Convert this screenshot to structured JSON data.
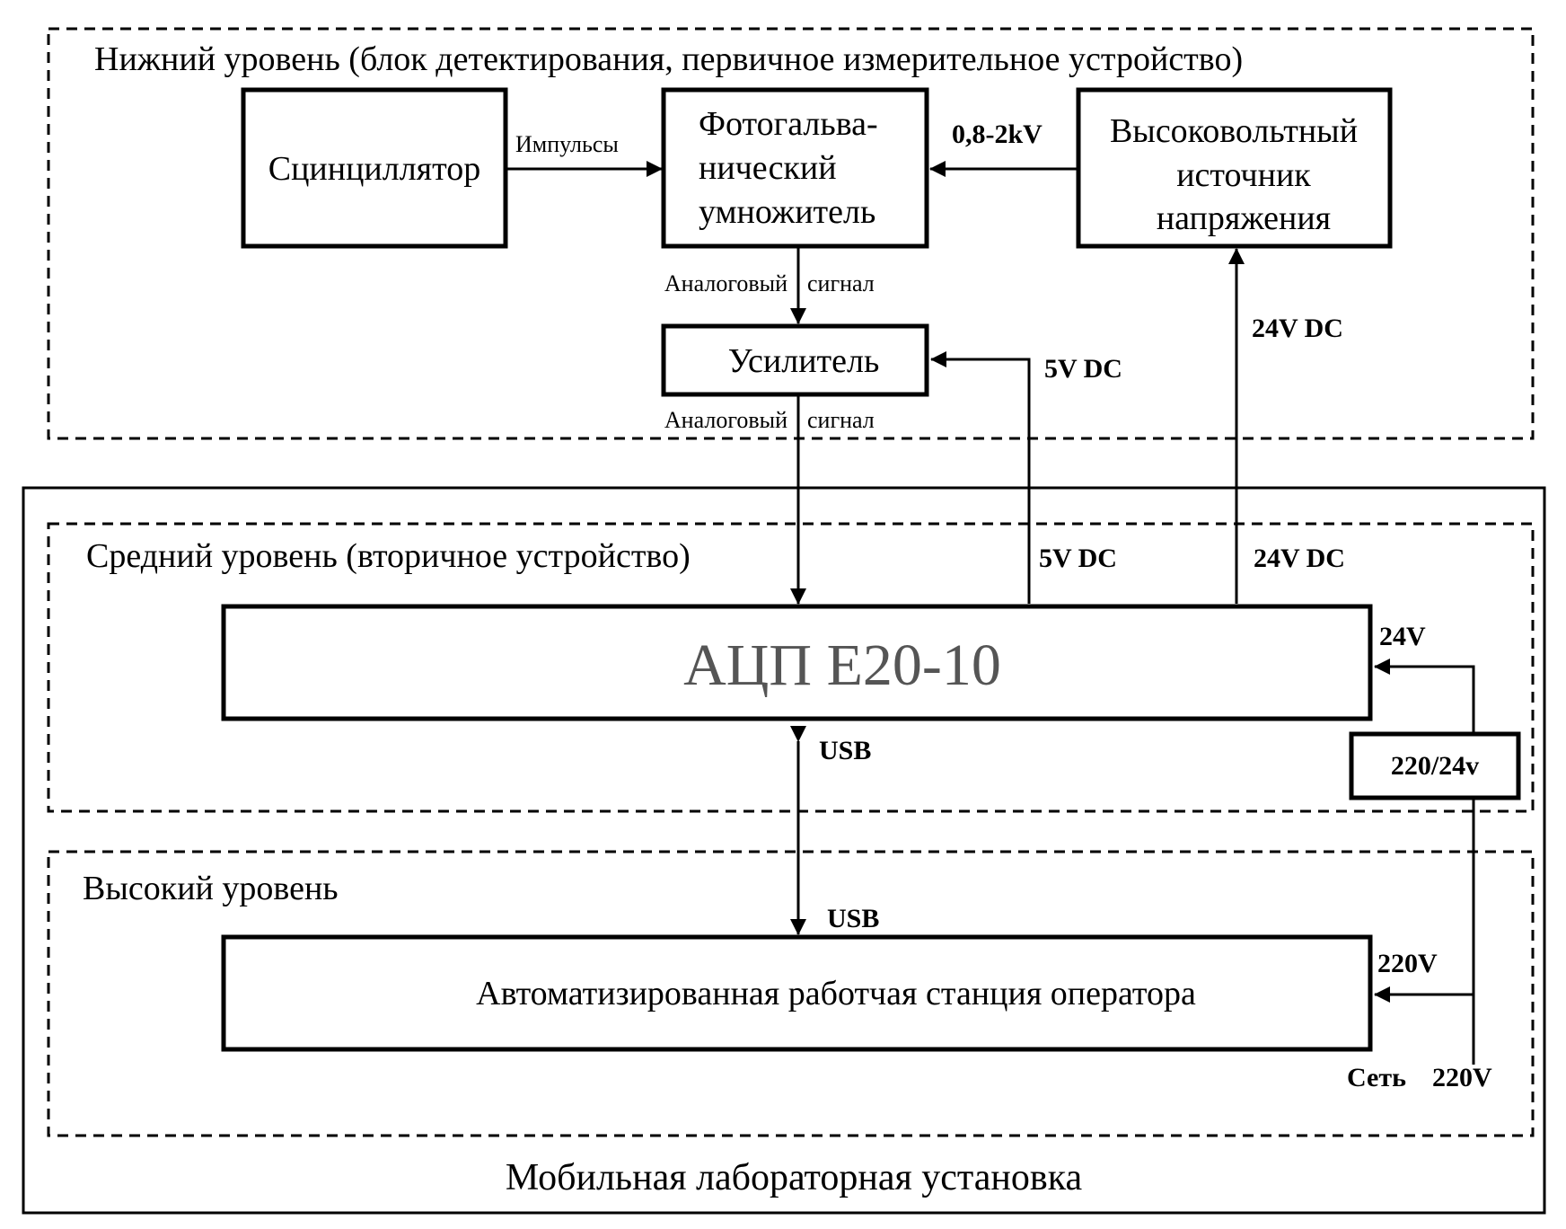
{
  "levels": {
    "lower": "Нижний уровень (блок детектирования, первичное измерительное устройство)",
    "middle": "Средний уровень (вторичное устройство)",
    "upper": "Высокий уровень"
  },
  "frame_caption": "Мобильная лабораторная установка",
  "blocks": {
    "scintillator": "Сцинциллятор",
    "pmt": [
      "Фотогальва-",
      "нический",
      "умножитель"
    ],
    "hv_source": [
      "Высоковольтный",
      "источник",
      "напряжения"
    ],
    "amplifier": "Усилитель",
    "adc": "АЦП E20-10",
    "workstation": "Автоматизированная работчая станция оператора",
    "converter": "220/24v"
  },
  "labels": {
    "pulses": "Импульсы",
    "hv": "0,8-2kV",
    "analog_1_a": "Аналоговый",
    "analog_1_b": "сигнал",
    "analog_2_a": "Аналоговый",
    "analog_2_b": "сигнал",
    "v5_upper": "5V DC",
    "v24_upper": "24V DC",
    "v5_middle": "5V DC",
    "v24_middle": "24V DC",
    "v24_adc": "24V",
    "usb_top": "USB",
    "usb_bottom": "USB",
    "v220_ws": "220V",
    "mains_a": "Сеть",
    "mains_b": "220V"
  }
}
